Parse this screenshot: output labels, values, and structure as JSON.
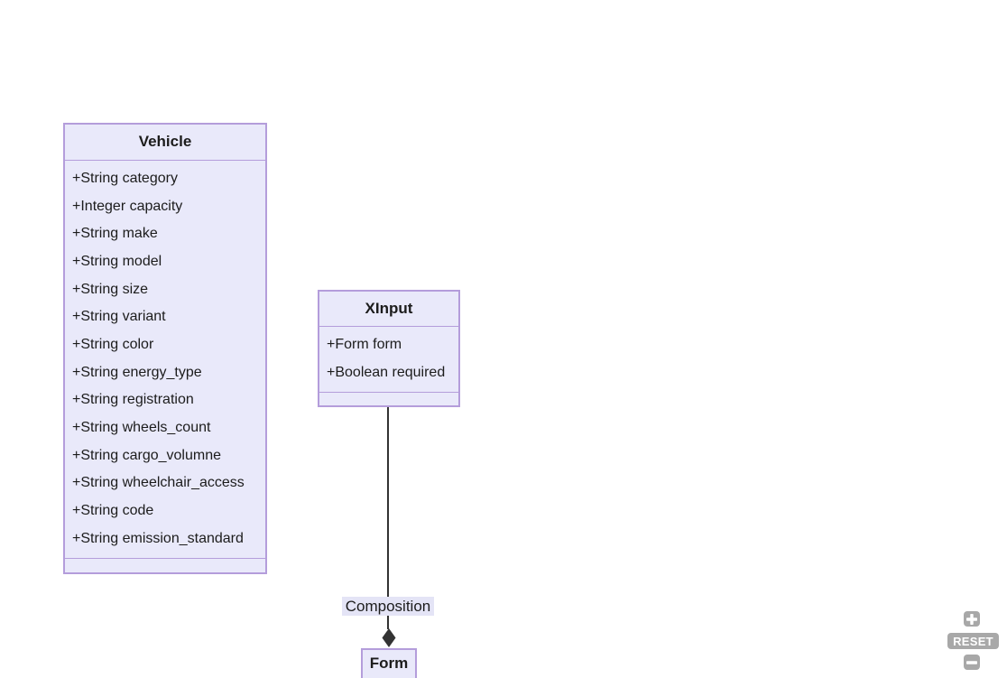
{
  "colors": {
    "canvas_background": "#ffffff",
    "node_fill": "#E9E9FA",
    "node_border": "#B49DDB",
    "text": "#1c1c1c",
    "edge": "#333333",
    "edge_label_bg": "#E4E4F6",
    "control_bg": "#A8A8A8",
    "control_glyph": "#ffffff"
  },
  "diagram": {
    "classes": [
      {
        "name": "Vehicle",
        "attributes": [
          "+String category",
          "+Integer capacity",
          "+String make",
          "+String model",
          "+String size",
          "+String variant",
          "+String color",
          "+String energy_type",
          "+String registration",
          "+String wheels_count",
          "+String cargo_volumne",
          "+String wheelchair_access",
          "+String code",
          "+String emission_standard"
        ],
        "methods": []
      },
      {
        "name": "XInput",
        "attributes": [
          "+Form form",
          "+Boolean required"
        ],
        "methods": []
      },
      {
        "name": "Form",
        "attributes": []
      }
    ],
    "edges": [
      {
        "type": "composition",
        "label": "Composition",
        "from": "XInput",
        "to": "Form"
      }
    ]
  },
  "controls": {
    "zoom_in_icon": "plus-icon",
    "reset_label": "RESET",
    "zoom_out_icon": "minus-icon"
  }
}
